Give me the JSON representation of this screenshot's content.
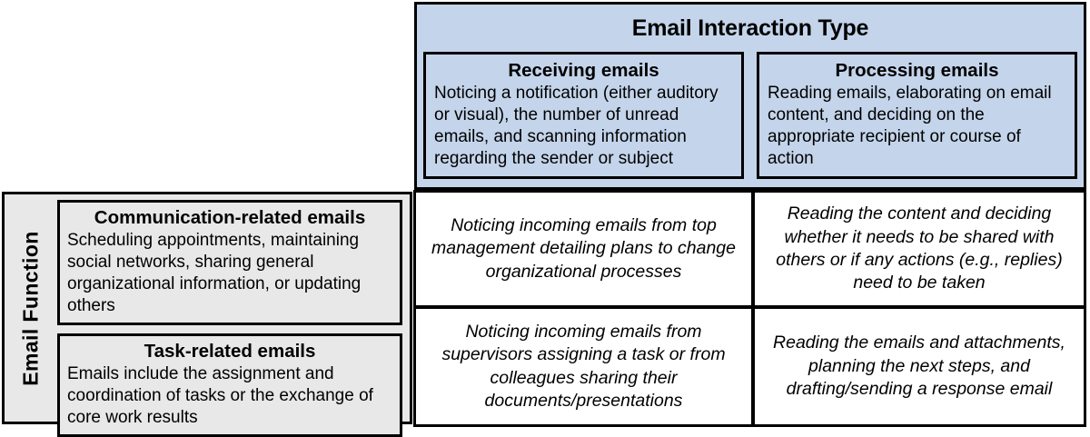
{
  "matrix": {
    "column_axis": {
      "title": "Email Interaction Type",
      "columns": [
        {
          "title": "Receiving emails",
          "description": "Noticing a notification (either auditory or visual), the number of unread emails, and scanning information regarding the sender or subject"
        },
        {
          "title": "Processing emails",
          "description": "Reading emails, elaborating on email content, and deciding on the appropriate recipient or course of action"
        }
      ]
    },
    "row_axis": {
      "title": "Email Function",
      "rows": [
        {
          "title": "Communication-related emails",
          "description": "Scheduling appointments, maintaining social networks, sharing general organizational information, or updating others"
        },
        {
          "title": "Task-related emails",
          "description": "Emails include the assignment and coordination of tasks or the exchange of core work results"
        }
      ]
    },
    "cells": [
      [
        "Noticing incoming emails from top management detailing plans to change organizational processes",
        "Reading the content and deciding whether it needs to be shared with others or if any actions (e.g., replies) need to be taken"
      ],
      [
        "Noticing incoming emails from supervisors assigning a task or from colleagues sharing their documents/presentations",
        "Reading the emails and attachments, planning the next steps, and drafting/sending a response email"
      ]
    ],
    "colors": {
      "header_fill": "#c4d4ea",
      "row_header_fill": "#e8e8e8",
      "cell_fill": "#ffffff",
      "border": "#000000"
    }
  }
}
